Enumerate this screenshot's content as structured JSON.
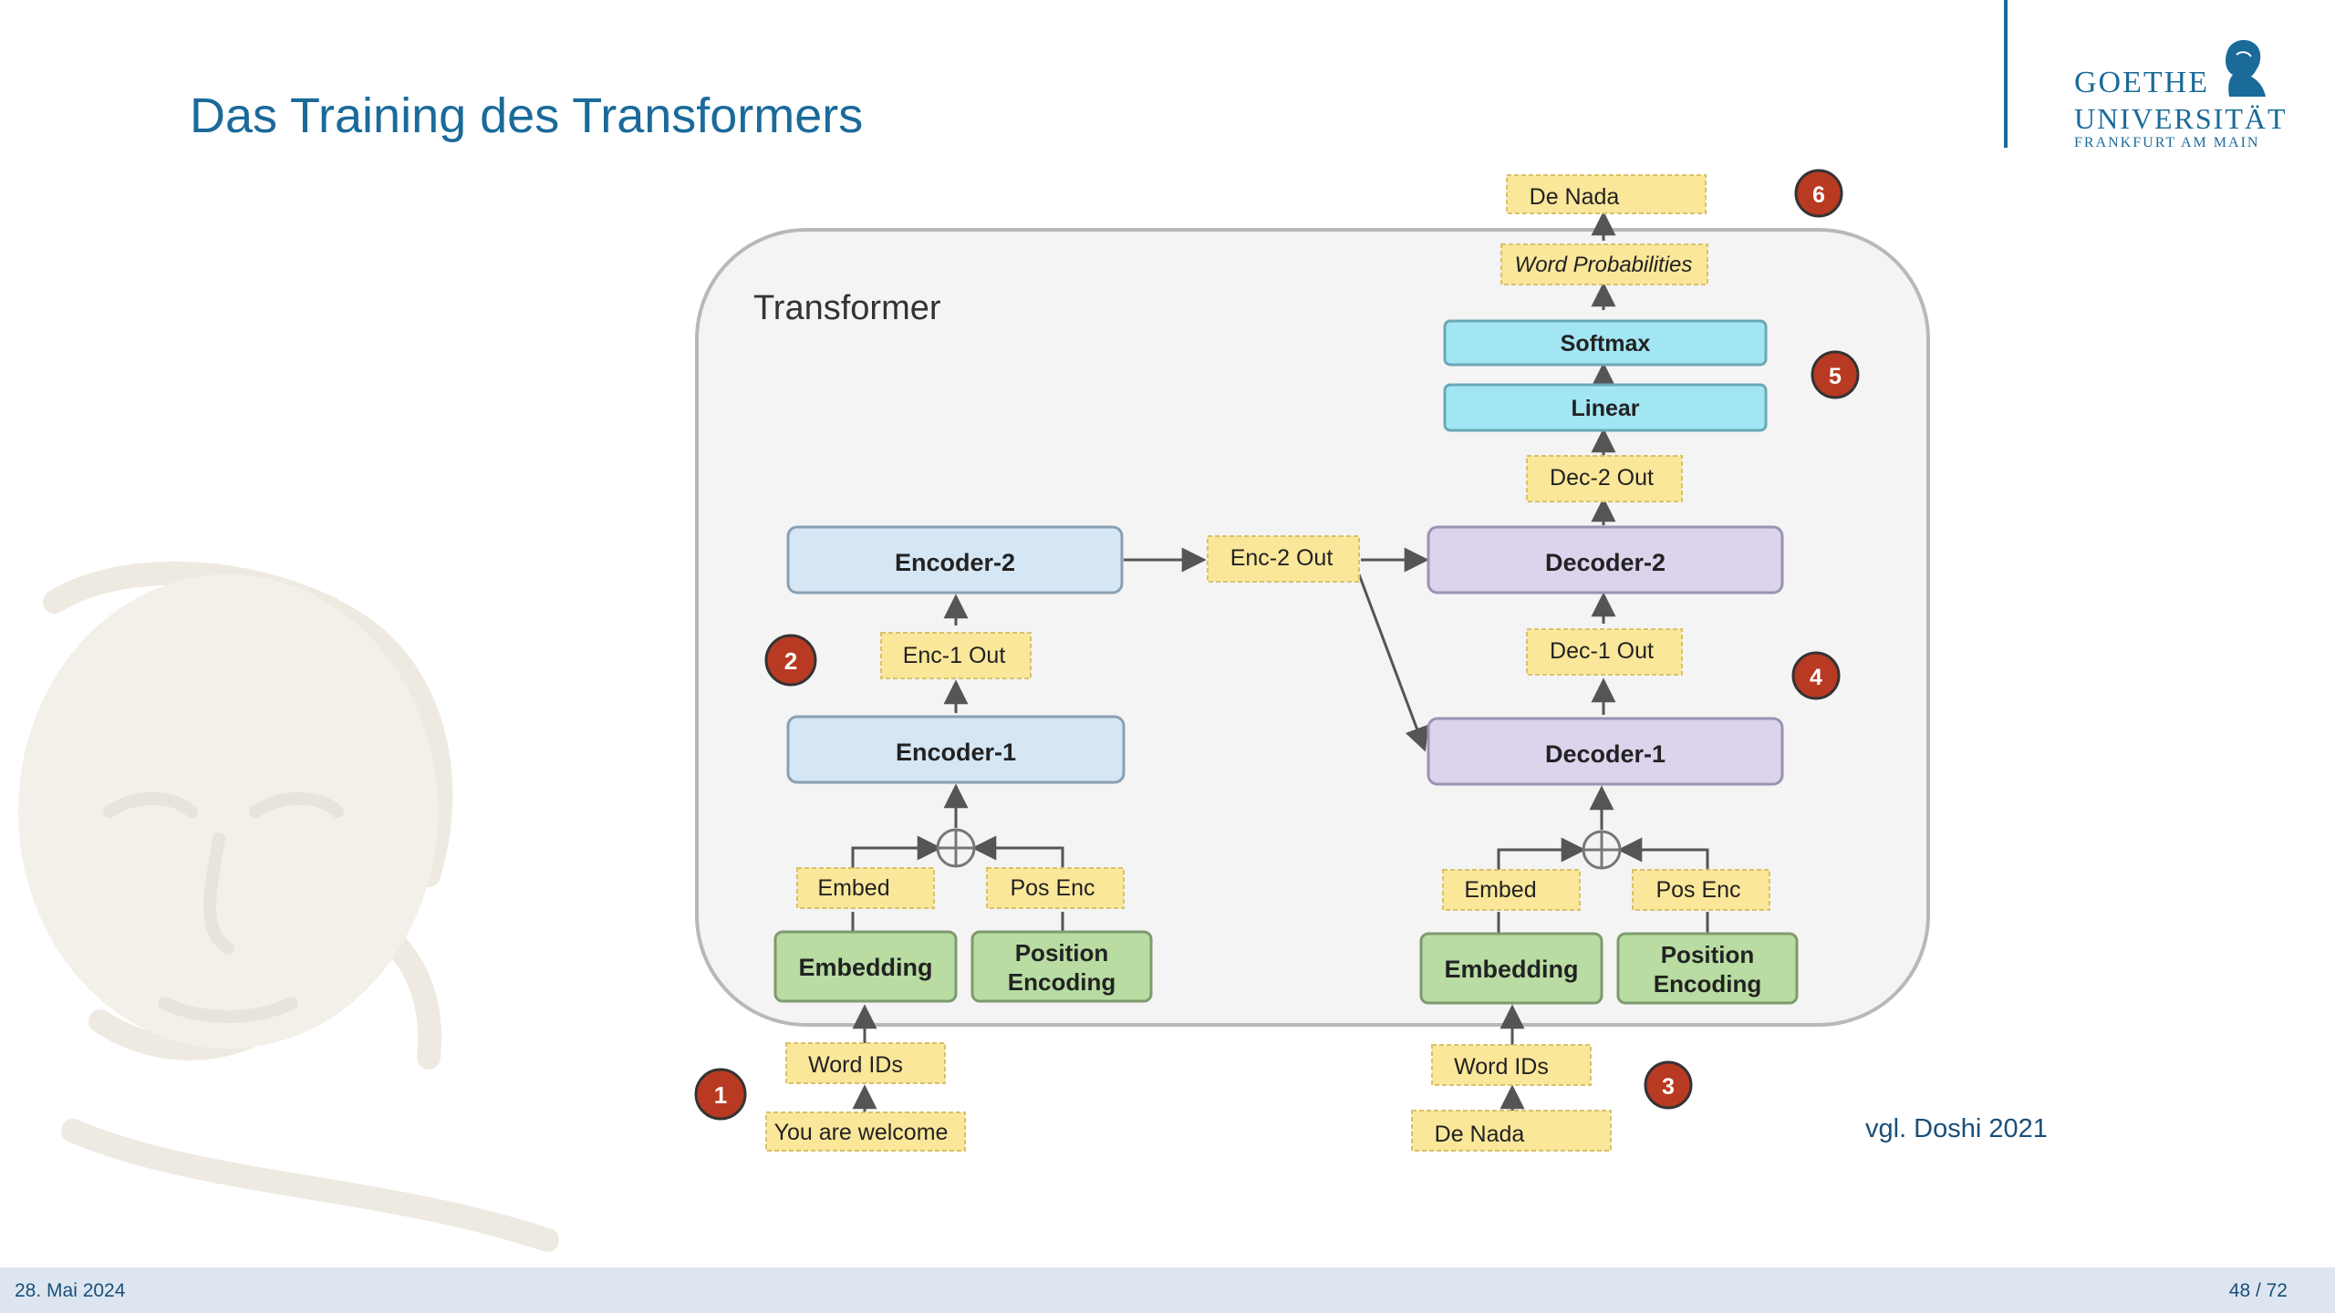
{
  "slide": {
    "title": "Das Training des Transformers",
    "citation": "vgl. Doshi 2021",
    "date": "28. Mai 2024",
    "page": "48 / 72"
  },
  "logo": {
    "line1": "GOETHE",
    "line2": "UNIVERSITÄT",
    "line3": "FRANKFURT AM MAIN"
  },
  "diagram": {
    "container_label": "Transformer",
    "encoder": {
      "embedding": "Embedding",
      "position_encoding": [
        "Position",
        "Encoding"
      ],
      "embed_tag": "Embed",
      "pos_enc_tag": "Pos Enc",
      "layer1": "Encoder-1",
      "layer1_out": "Enc-1 Out",
      "layer2": "Encoder-2",
      "layer2_out": "Enc-2 Out",
      "input_ids": "Word IDs",
      "input_text": "You are welcome"
    },
    "decoder": {
      "embedding": "Embedding",
      "position_encoding": [
        "Position",
        "Encoding"
      ],
      "embed_tag": "Embed",
      "pos_enc_tag": "Pos Enc",
      "layer1": "Decoder-1",
      "layer1_out": "Dec-1 Out",
      "layer2": "Decoder-2",
      "layer2_out": "Dec-2 Out",
      "input_ids": "Word IDs",
      "input_text": "De Nada",
      "linear": "Linear",
      "softmax": "Softmax",
      "probabilities": "Word Probabilities",
      "output_text": "De Nada"
    },
    "steps": [
      "1",
      "2",
      "3",
      "4",
      "5",
      "6"
    ],
    "colors": {
      "container_fill": "#f4f4f4",
      "container_stroke": "#b8b8b8",
      "encoder_fill": "#d5e6f4",
      "decoder_fill": "#dcd3ec",
      "embedding_fill": "#b8dca2",
      "head_fill": "#a2e6f4",
      "tag_fill": "#fbe79a",
      "badge_fill": "#b83a22"
    }
  }
}
